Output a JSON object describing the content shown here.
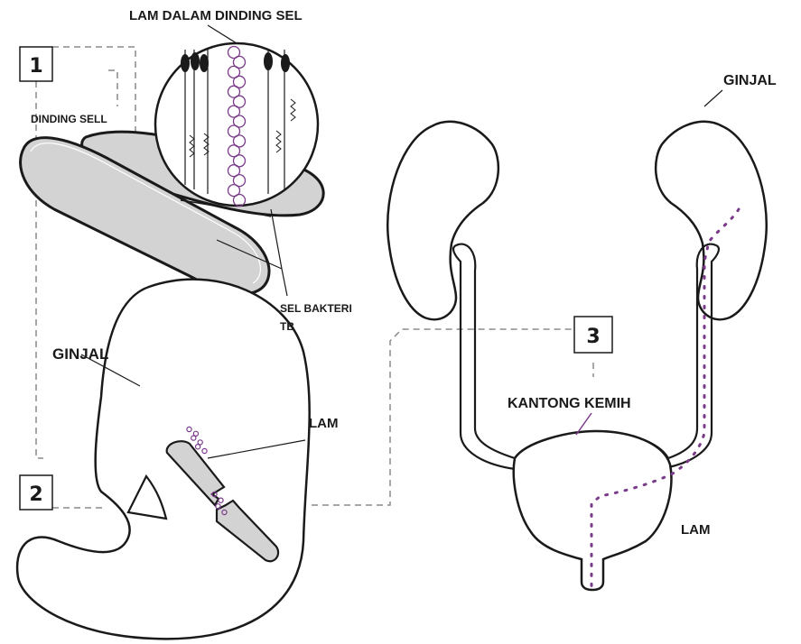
{
  "labels": {
    "lam_wall_title": "LAM DALAM DINDING SEL",
    "cell_wall": "DINDING SELL",
    "bacteria_line1": "SEL BAKTERI",
    "bacteria_line2": "TB",
    "kidney_left": "GINJAL",
    "kidney_right": "GINJAL",
    "lam_kidney": "LAM",
    "bladder": "KANTONG KEMIH",
    "lam_urine": "LAM"
  },
  "steps": [
    "1",
    "2",
    "3"
  ],
  "colors": {
    "outline": "#1a1a1a",
    "cell_fill": "#d9d9d9",
    "lam_purple": "#7a3a8a",
    "dashed_line": "#8c8c8c"
  }
}
